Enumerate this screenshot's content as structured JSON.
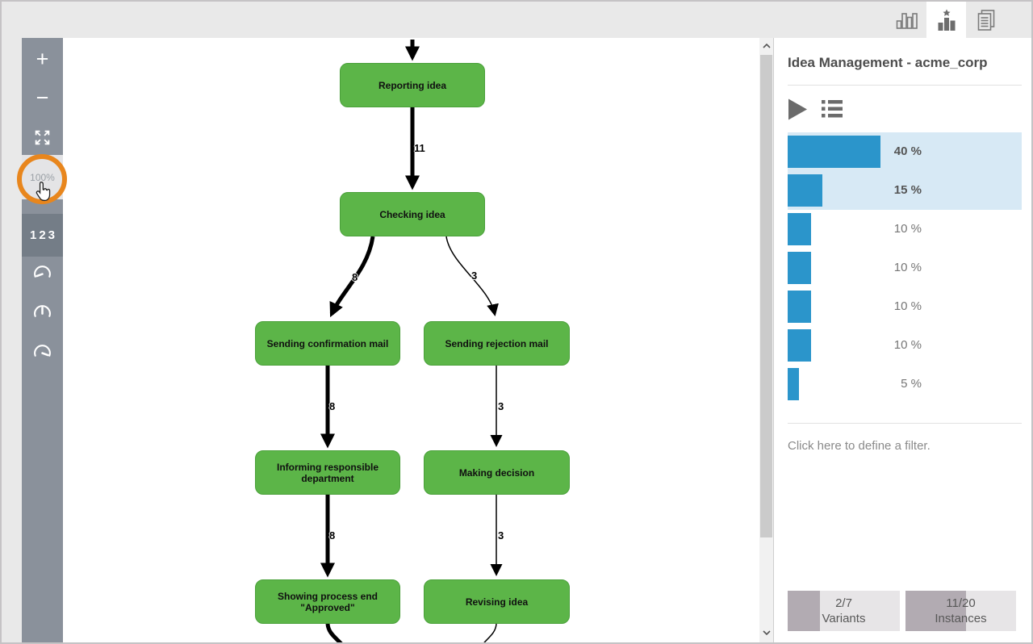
{
  "colors": {
    "node_green": "#5cb548",
    "bar_blue": "#2b95cb",
    "selection_blue_bg": "#d7e9f5",
    "annotation_orange": "#e8861d",
    "toolbar_gray": "#8a919b"
  },
  "topbar": {
    "icons": [
      {
        "name": "chart-columns-icon",
        "active": false
      },
      {
        "name": "variants-star-chart-icon",
        "active": true
      },
      {
        "name": "documents-icon",
        "active": false
      }
    ]
  },
  "toolbar": {
    "zoom_in": "+",
    "zoom_out": "−",
    "expand_icon": "fit-to-screen-icon",
    "zoom_level": "100%",
    "numbers_label": "123",
    "speed_icons": [
      "speed-slow-icon",
      "speed-medium-icon",
      "speed-fast-icon"
    ]
  },
  "diagram": {
    "nodes": [
      {
        "label": "Reporting idea"
      },
      {
        "label": "Checking idea"
      },
      {
        "label": "Sending confirmation mail"
      },
      {
        "label": "Sending rejection mail"
      },
      {
        "label": "Informing responsible department"
      },
      {
        "label": "Making decision"
      },
      {
        "label": "Showing process end \"Approved\""
      },
      {
        "label": "Revising idea"
      }
    ],
    "edge_labels": [
      "11",
      "8",
      "3",
      "8",
      "3",
      "8",
      "3"
    ],
    "edges": [
      {
        "from": "(start)",
        "to": "Reporting idea",
        "count": null
      },
      {
        "from": "Reporting idea",
        "to": "Checking idea",
        "count": 11
      },
      {
        "from": "Checking idea",
        "to": "Sending confirmation mail",
        "count": 8
      },
      {
        "from": "Checking idea",
        "to": "Sending rejection mail",
        "count": 3
      },
      {
        "from": "Sending confirmation mail",
        "to": "Informing responsible department",
        "count": 8
      },
      {
        "from": "Sending rejection mail",
        "to": "Making decision",
        "count": 3
      },
      {
        "from": "Informing responsible department",
        "to": "Showing process end \"Approved\"",
        "count": 8
      },
      {
        "from": "Making decision",
        "to": "Revising idea",
        "count": 3
      },
      {
        "from": "Showing process end \"Approved\"",
        "to": "(below viewport)",
        "count": null
      },
      {
        "from": "Revising idea",
        "to": "(below viewport)",
        "count": null
      }
    ]
  },
  "panel": {
    "title": "Idea Management - acme_corp",
    "play_icon": "play-icon",
    "list_icon": "variant-list-icon",
    "variants": [
      {
        "pct": 40,
        "selected": true
      },
      {
        "pct": 15,
        "selected": true
      },
      {
        "pct": 10,
        "selected": false
      },
      {
        "pct": 10,
        "selected": false
      },
      {
        "pct": 10,
        "selected": false
      },
      {
        "pct": 10,
        "selected": false
      },
      {
        "pct": 5,
        "selected": false
      }
    ],
    "filter_text": "Click here to define a filter.",
    "footer": {
      "variants": {
        "value": "2/7",
        "label": "Variants"
      },
      "instances": {
        "value": "11/20",
        "label": "Instances"
      }
    }
  }
}
